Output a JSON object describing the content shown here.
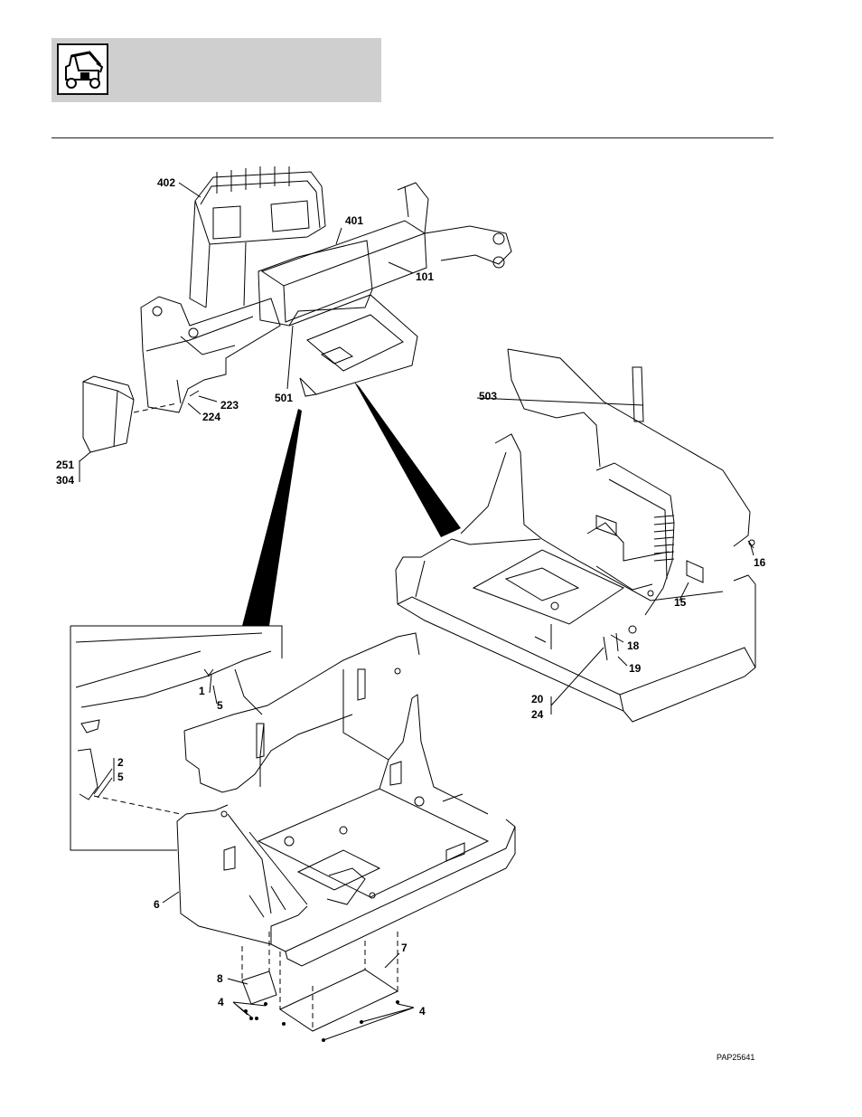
{
  "header": {
    "icon": "machine-manual-icon",
    "background_color": "#cfcfcf"
  },
  "figure": {
    "reference_code": "PAP25641",
    "callouts": {
      "c402": "402",
      "c401": "401",
      "c101": "101",
      "c501": "501",
      "c223": "223",
      "c224": "224",
      "c251": "251",
      "c304": "304",
      "c503": "503",
      "c16": "16",
      "c15": "15",
      "c18": "18",
      "c19": "19",
      "c20": "20",
      "c24": "24",
      "c1": "1",
      "c5a": "5",
      "c2": "2",
      "c5b": "5",
      "c6": "6",
      "c7": "7",
      "c8": "8",
      "c4a": "4",
      "c4b": "4"
    }
  }
}
